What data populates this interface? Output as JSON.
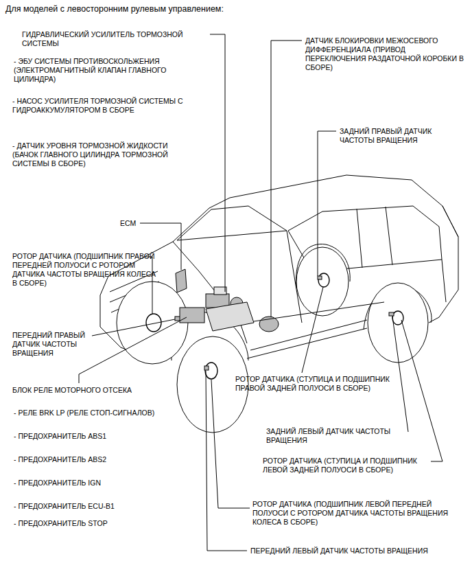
{
  "diagram": {
    "title": "Для моделей с левосторонним рулевым управлением:",
    "labels": [
      "ГИДРАВЛИЧЕСКИЙ УСИЛИТЕЛЬ ТОРМОЗНОЙ СИСТЕМЫ",
      "- ЭБУ СИСТЕМЫ ПРОТИВОСКОЛЬЖЕНИЯ (ЭЛЕКТРОМАГНИТНЫЙ КЛАПАН ГЛАВНОГО ЦИЛИНДРА)",
      "- НАСОС УСИЛИТЕЛЯ ТОРМОЗНОЙ СИСТЕМЫ С ГИДРОАККУМУЛЯТОРОМ В СБОРЕ",
      "- ДАТЧИК УРОВНЯ ТОРМОЗНОЙ ЖИДКОСТИ (БАЧОК ГЛАВНОГО ЦИЛИНДРА ТОРМОЗНОЙ СИСТЕМЫ В СБОРЕ)",
      "ДАТЧИК БЛОКИРОВКИ МЕЖОСЕВОГО ДИФФЕРЕНЦИАЛА (ПРИВОД ПЕРЕКЛЮЧЕНИЯ РАЗДАТОЧНОЙ КОРОБКИ В СБОРЕ)",
      "ЗАДНИЙ ПРАВЫЙ ДАТЧИК ЧАСТОТЫ ВРАЩЕНИЯ",
      "ECM",
      "РОТОР ДАТЧИКА (ПОДШИПНИК ПРАВОЙ ПЕРЕДНЕЙ ПОЛУОСИ С РОТОРОМ ДАТЧИКА ЧАСТОТЫ ВРАЩЕНИЯ КОЛЕСА В СБОРЕ)",
      "ПЕРЕДНИЙ ПРАВЫЙ ДАТЧИК ЧАСТОТЫ ВРАЩЕНИЯ",
      "РОТОР ДАТЧИКА (СТУПИЦА И ПОДШИПНИК ПРАВОЙ ЗАДНЕЙ ПОЛУОСИ В СБОРЕ)",
      "БЛОК РЕЛЕ МОТОРНОГО ОТСЕКА",
      "- РЕЛЕ BRK LP (РЕЛЕ СТОП-СИГНАЛОВ)",
      "- ПРЕДОХРАНИТЕЛЬ ABS1",
      "- ПРЕДОХРАНИТЕЛЬ ABS2",
      "- ПРЕДОХРАНИТЕЛЬ IGN",
      "- ПРЕДОХРАНИТЕЛЬ ECU-B1",
      "- ПРЕДОХРАНИТЕЛЬ STOP",
      "ЗАДНИЙ ЛЕВЫЙ ДАТЧИК ЧАСТОТЫ ВРАЩЕНИЯ",
      "РОТОР ДАТЧИКА (СТУПИЦА И ПОДШИПНИК ЛЕВОЙ ЗАДНЕЙ ПОЛУОСИ В СБОРЕ)",
      "РОТОР ДАТЧИКА (ПОДШИПНИК ЛЕВОЙ ПЕРЕДНЕЙ ПОЛУОСИ С РОТОРОМ ДАТЧИКА ЧАСТОТЫ ВРАЩЕНИЯ КОЛЕСА В СБОРЕ)",
      "ПЕРЕДНИЙ ЛЕВЫЙ ДАТЧИК ЧАСТОТЫ ВРАЩЕНИЯ"
    ]
  }
}
